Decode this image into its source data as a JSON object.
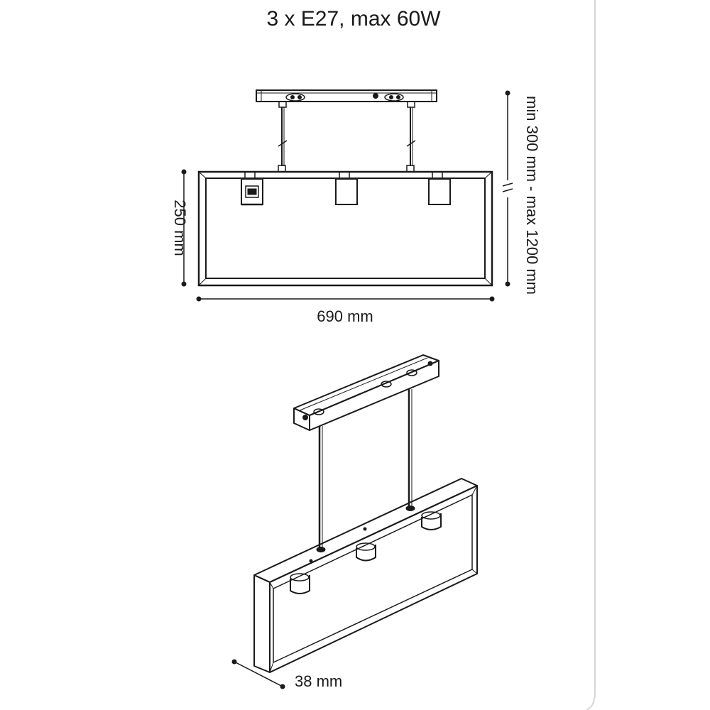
{
  "spec": {
    "title": "3 x E27, max 60W"
  },
  "dimensions": {
    "height": "250 mm",
    "width": "690 mm",
    "suspension": "min 300 mm - max 1200 mm",
    "depth": "38 mm"
  },
  "colors": {
    "line": "#1a1a1a",
    "page_edge": "#d6d6d6"
  }
}
